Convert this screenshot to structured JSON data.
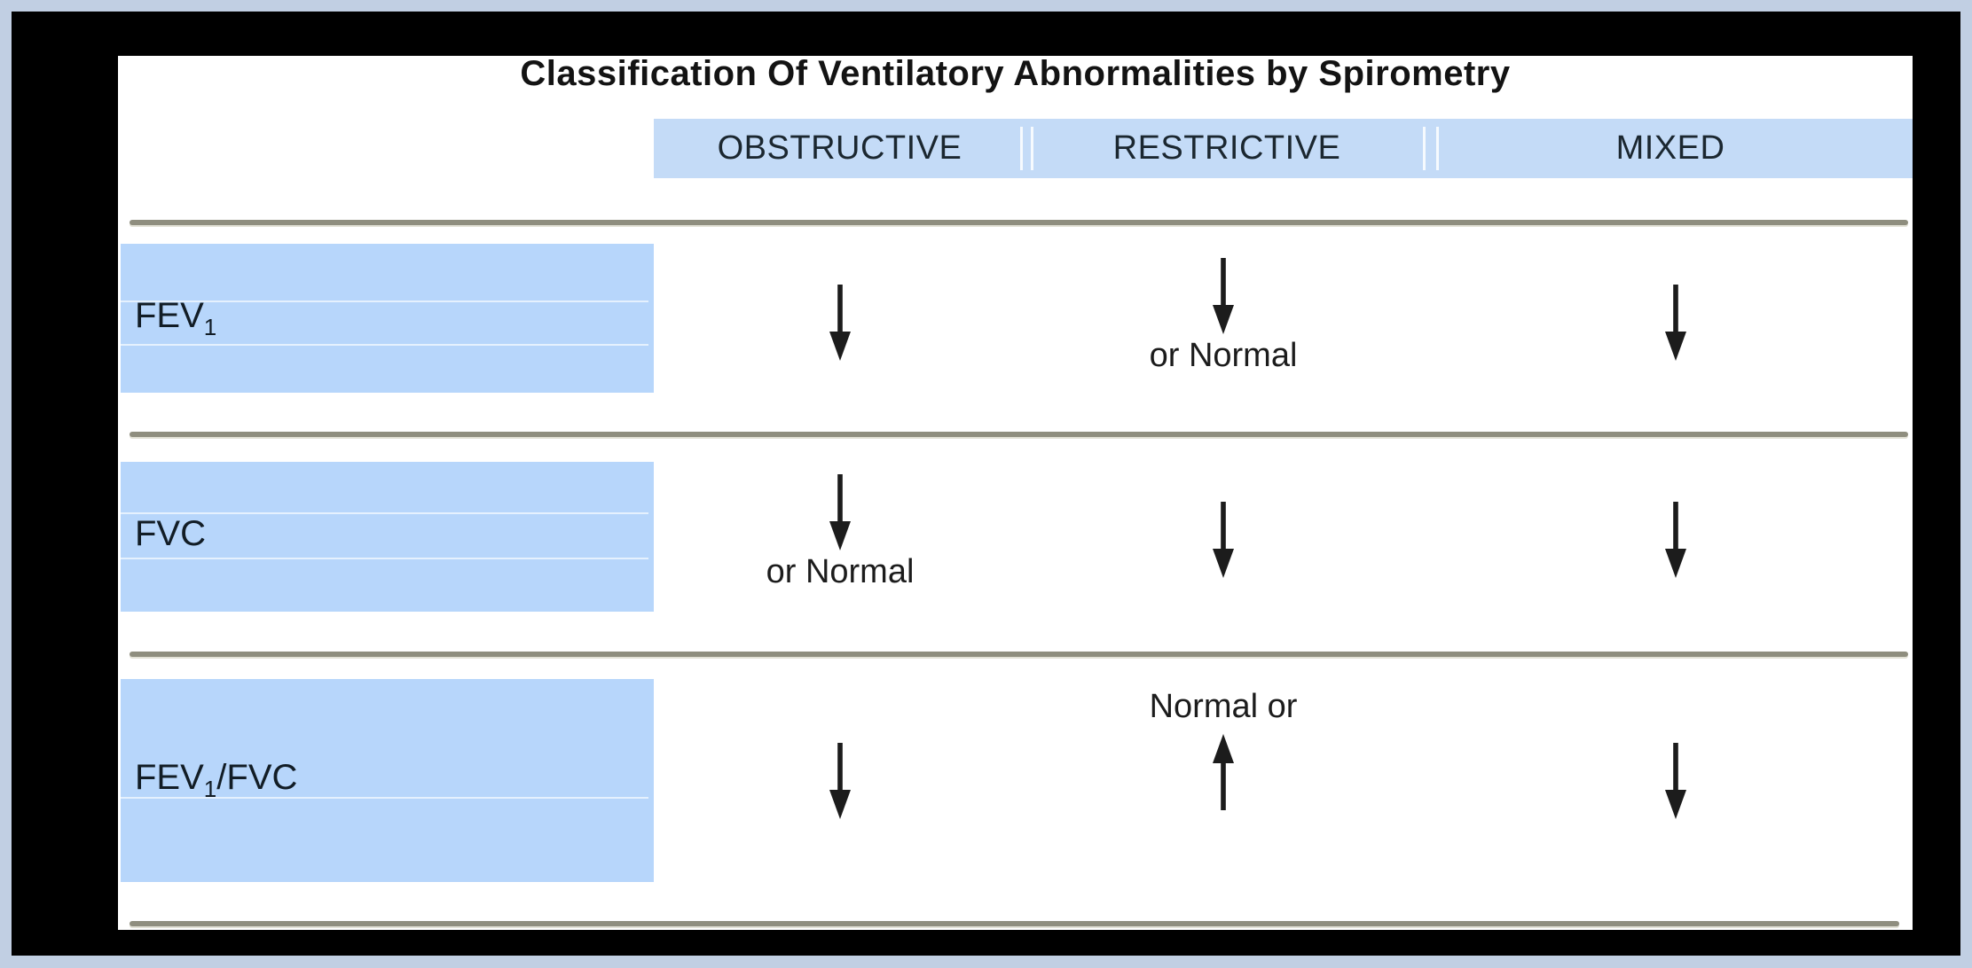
{
  "title": "Classification Of Ventilatory Abnormalities by Spirometry",
  "columns": [
    {
      "label": "OBSTRUCTIVE"
    },
    {
      "label": "RESTRICTIVE"
    },
    {
      "label": "MIXED"
    }
  ],
  "rows": [
    {
      "label_main": "FEV",
      "label_sub": "1",
      "label_rest": "",
      "cells": [
        {
          "arrow": "down",
          "text": ""
        },
        {
          "arrow": "down",
          "text": "or Normal"
        },
        {
          "arrow": "down",
          "text": ""
        }
      ]
    },
    {
      "label_main": "FVC",
      "label_sub": "",
      "label_rest": "",
      "cells": [
        {
          "arrow": "down",
          "text": "or Normal"
        },
        {
          "arrow": "down",
          "text": ""
        },
        {
          "arrow": "down",
          "text": ""
        }
      ]
    },
    {
      "label_main": "FEV",
      "label_sub": "1",
      "label_rest": "/FVC",
      "cells": [
        {
          "arrow": "down",
          "text": ""
        },
        {
          "arrow": "up",
          "text": "Normal or"
        },
        {
          "arrow": "down",
          "text": ""
        }
      ]
    }
  ],
  "colors": {
    "outer_border": "#c1cfe3",
    "frame": "#000000",
    "sheet": "#ffffff",
    "header_fill": "#c4dbf7",
    "row_fill": "#b7d6fb",
    "rule": "#8f8e7f",
    "text": "#1c1c1c"
  }
}
